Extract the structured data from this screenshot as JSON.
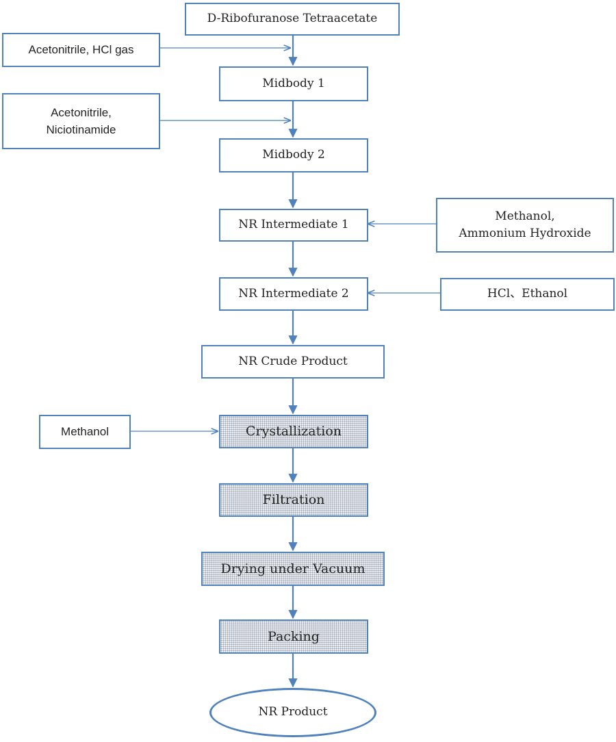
{
  "steps": {
    "start": "D-Ribofuranose Tetraacetate",
    "midbody1": "Midbody 1",
    "midbody2": "Midbody 2",
    "nr_intermediate1": "NR Intermediate 1",
    "nr_intermediate2": "NR Intermediate 2",
    "nr_crude": "NR Crude Product",
    "crystallization": "Crystallization",
    "filtration": "Filtration",
    "drying": "Drying under Vacuum",
    "packing": "Packing",
    "product": "NR Product"
  },
  "inputs": {
    "acetonitrile_hcl": "Acetonitrile, HCl gas",
    "acetonitrile_niciotinamide": "Acetonitrile,\nNiciotinamide",
    "methanol_ammonium": "Methanol,\nAmmonium Hydroxide",
    "hcl_ethanol": "HCl、Ethanol",
    "methanol": "Methanol"
  },
  "colors": {
    "border": "#4f81bd",
    "arrow": "#4f81bd",
    "dotted_fill": "#e9ecf1"
  }
}
